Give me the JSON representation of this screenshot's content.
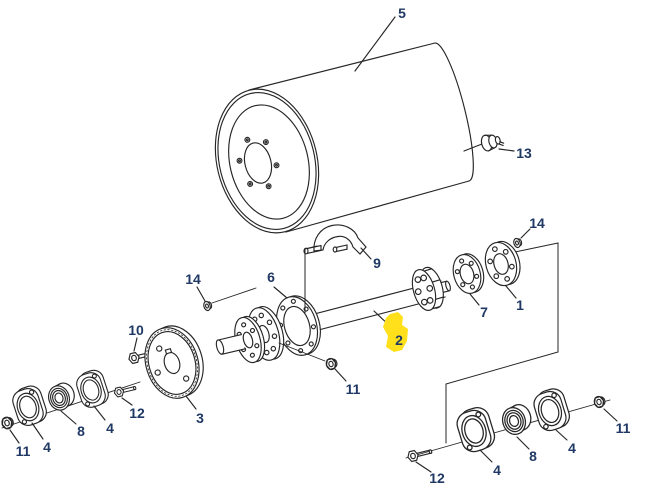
{
  "diagram": {
    "type": "exploded-parts-diagram",
    "subject": "roller-drum-shaft-assembly",
    "background_color": "#ffffff",
    "line_color": "#262626",
    "label_color": "#1f3864",
    "highlight": {
      "ref": "2",
      "color": "#ffe01a"
    },
    "callouts": [
      {
        "ref": "5",
        "part": "drum"
      },
      {
        "ref": "13",
        "part": "plug"
      },
      {
        "ref": "14",
        "part": "nut"
      },
      {
        "ref": "1",
        "part": "flange"
      },
      {
        "ref": "7",
        "part": "flange"
      },
      {
        "ref": "9",
        "part": "clamp"
      },
      {
        "ref": "6",
        "part": "ring"
      },
      {
        "ref": "14",
        "part": "nut"
      },
      {
        "ref": "10",
        "part": "bolt"
      },
      {
        "ref": "2",
        "part": "shaft"
      },
      {
        "ref": "11",
        "part": "nut"
      },
      {
        "ref": "3",
        "part": "disc"
      },
      {
        "ref": "11",
        "part": "nut"
      },
      {
        "ref": "4",
        "part": "bearing-flange"
      },
      {
        "ref": "8",
        "part": "bearing"
      },
      {
        "ref": "4",
        "part": "bearing-flange"
      },
      {
        "ref": "12",
        "part": "bolt"
      },
      {
        "ref": "12",
        "part": "bolt"
      },
      {
        "ref": "4",
        "part": "bearing-flange"
      },
      {
        "ref": "8",
        "part": "bearing"
      },
      {
        "ref": "4",
        "part": "bearing-flange"
      },
      {
        "ref": "11",
        "part": "nut"
      }
    ]
  }
}
